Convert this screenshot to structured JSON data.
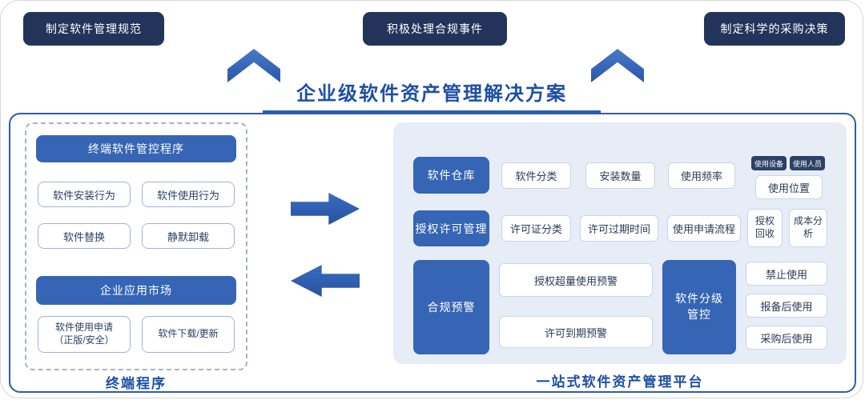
{
  "title": "企业级软件资产管理解决方案",
  "top_boxes": [
    {
      "label": "制定软件管理规范"
    },
    {
      "label": "积极处理合规事件"
    },
    {
      "label": "制定科学的采购决策"
    }
  ],
  "left_panel": {
    "header_control": "终端软件管控程序",
    "grid_buttons": [
      "软件安装行为",
      "软件使用行为",
      "软件替换",
      "静默卸载"
    ],
    "header_market": "企业应用市场",
    "apply_button_line1": "软件使用申请",
    "apply_button_line2": "（正版/安全）",
    "download_button": "软件下载/更新",
    "caption": "终端程序"
  },
  "right_panel": {
    "row1": {
      "head": "软件仓库",
      "items": [
        "软件分类",
        "安装数量",
        "使用频率"
      ],
      "tags": [
        "使用设备",
        "使用人员"
      ],
      "location": "使用位置"
    },
    "row2": {
      "head": "授权许可管理",
      "items": [
        "许可证分类",
        "许可过期时间",
        "使用申请流程"
      ],
      "narrow_items": [
        "授权回收",
        "成本分析"
      ]
    },
    "row3": {
      "head": "合规预警",
      "alerts": [
        "授权超量使用预警",
        "许可到期预警"
      ],
      "head2": "软件分级管控",
      "controls": [
        "禁止使用",
        "报备后使用",
        "采购后使用"
      ]
    },
    "caption": "一站式软件资产管理平台"
  },
  "colors": {
    "primary_blue": "#3565b4",
    "dark_navy": "#22345a",
    "panel_bg": "#e7edf7",
    "title_blue": "#1d4fa6",
    "outline_border": "#9db4d9",
    "frame_border": "#2d5cb0"
  }
}
